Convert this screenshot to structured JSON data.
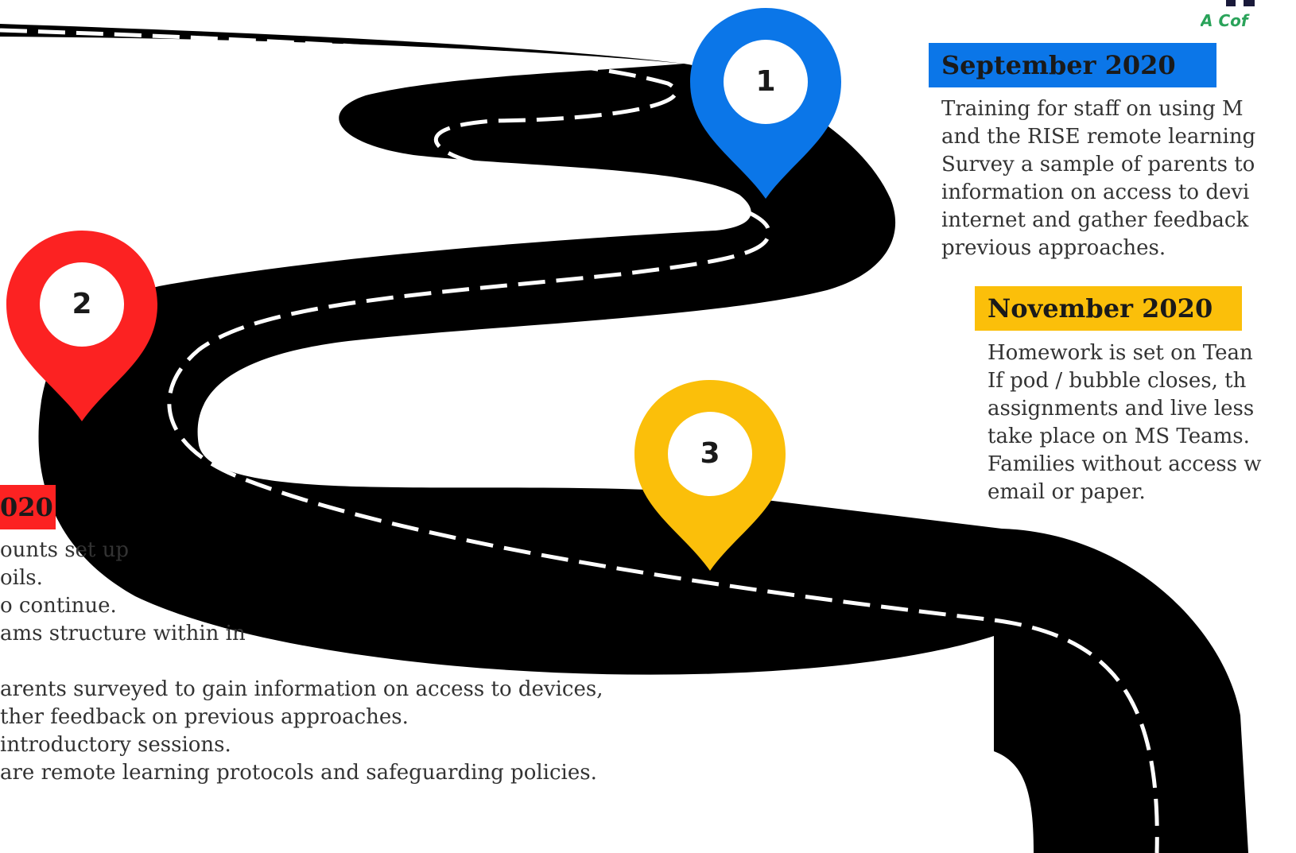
{
  "logo": {
    "text": "A Cof"
  },
  "milestones": [
    {
      "number": "1",
      "color": "#0b76e8"
    },
    {
      "number": "2",
      "color": "#fc2222"
    },
    {
      "number": "3",
      "color": "#fbbf0a"
    }
  ],
  "sections": {
    "september": {
      "label": "September 2020",
      "color": "#0b76e8",
      "lines": [
        "Training for staff on using M",
        "and the RISE remote learning",
        "Survey a sample of parents to",
        "information on access to devi",
        "internet and gather feedback",
        "previous approaches."
      ]
    },
    "november": {
      "label": "November 2020",
      "color": "#fbbf0a",
      "lines": [
        "Homework is set on Tean",
        "If pod / bubble closes, th",
        "assignments and live less",
        "take place on MS Teams.",
        "Families without access w",
        "email or paper."
      ]
    },
    "third": {
      "label": "020",
      "color": "#fc2222",
      "lines": [
        "ounts set up",
        "oils.",
        "o continue.",
        "ams structure within in",
        "",
        "arents surveyed to gain information on access to devices,",
        "ther feedback on previous approaches.",
        " introductory sessions.",
        "are remote learning protocols and safeguarding policies."
      ]
    }
  }
}
